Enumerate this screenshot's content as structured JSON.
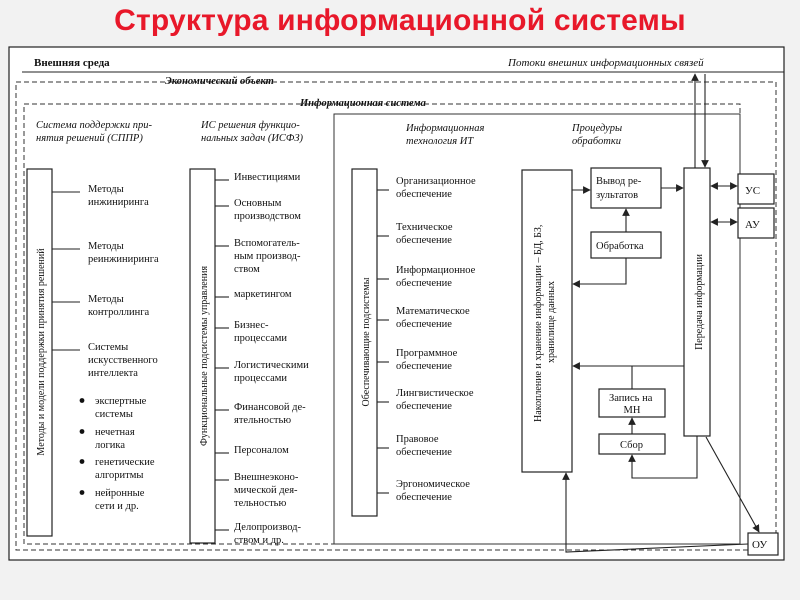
{
  "title": "Структура информационной системы",
  "external_env": "Внешняя среда",
  "external_flows": "Потоки внешних информационных связей",
  "economic_object": "Экономический объект",
  "information_system": "Информационная система",
  "sppr": {
    "header": [
      "Система поддержки при-",
      "нятия решений (СППР)"
    ],
    "vertical_label": "Методы и модели поддержки принятия решений",
    "items": [
      [
        "Методы",
        "инжиниринга"
      ],
      [
        "Методы",
        "реинжиниринга"
      ],
      [
        "Методы",
        "контроллинга"
      ],
      [
        "Системы",
        "искусственного",
        "интеллекта"
      ]
    ],
    "bullets": [
      [
        "экспертные",
        "системы"
      ],
      [
        "нечетная",
        "логика"
      ],
      [
        "генетические",
        "алгоритмы"
      ],
      [
        "нейронные",
        "сети и др."
      ]
    ]
  },
  "isfz": {
    "header": [
      "ИС решения функцио-",
      "нальных задач (ИСФЗ)"
    ],
    "vertical_label": "Функциональные подсистемы управления",
    "items": [
      [
        "Инвестициями"
      ],
      [
        "Основным",
        "производством"
      ],
      [
        "Вспомогатель-",
        "ным производ-",
        "ством"
      ],
      [
        "маркетингом"
      ],
      [
        "Бизнес-",
        "процессами"
      ],
      [
        "Логистическими",
        "процессами"
      ],
      [
        "Финансовой  де-",
        "ятельностью"
      ],
      [
        "Персоналом"
      ],
      [
        "Внешнеэконо-",
        "мической дея-",
        "тельностью"
      ],
      [
        "Делопроизвод-",
        "ством и др."
      ]
    ]
  },
  "it": {
    "header": [
      "Информационная",
      "технология ИТ"
    ],
    "vertical_label": "Обеспечивающие подсистемы",
    "items": [
      [
        "Организационное",
        "обеспечение"
      ],
      [
        "Техническое",
        "обеспечение"
      ],
      [
        "Информационное",
        "обеспечение"
      ],
      [
        "Математическое",
        "обеспечение"
      ],
      [
        "Программное",
        "обеспечение"
      ],
      [
        "Лингвистическое",
        "обеспечение"
      ],
      [
        "Правовое",
        "обеспечение"
      ],
      [
        "Эргономическое",
        "обеспечение"
      ]
    ]
  },
  "procedures": {
    "header": [
      "Процедуры",
      "обработки"
    ],
    "storage_label": [
      "Накопление и хранение информации – БД, БЗ,",
      "хранилище данных"
    ],
    "output": [
      "Вывод ре-",
      "зультатов"
    ],
    "processing": "Обработка",
    "recording": [
      "Запись на",
      "МН"
    ],
    "collection": "Сбор",
    "transfer": "Передача информации"
  },
  "external_boxes": {
    "us": "УС",
    "au": "АУ",
    "ou": "ОУ"
  }
}
